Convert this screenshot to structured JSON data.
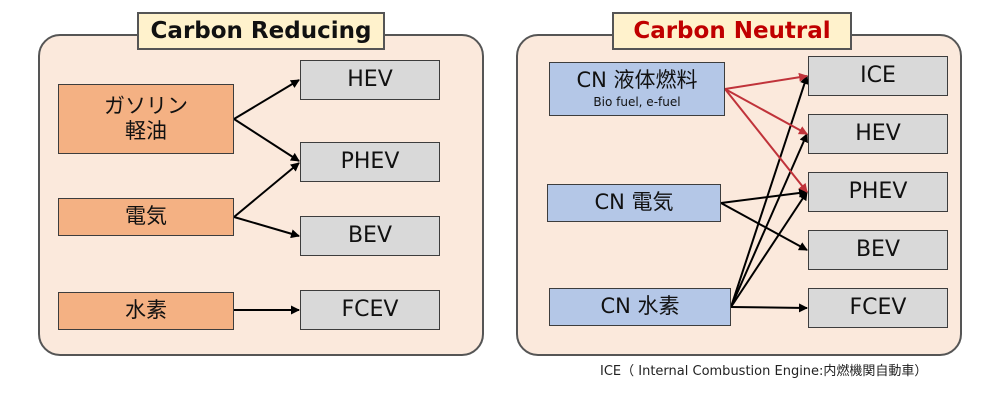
{
  "panels": {
    "left_title": "Carbon Reducing",
    "right_title": "Carbon Neutral"
  },
  "colors": {
    "panel_bg": "#fbe9dc",
    "title_bg": "#fff2cc",
    "left_title_text": "#111111",
    "right_title_text": "#c00000",
    "source_box": "#f4b183",
    "target_box": "#d9d9d9",
    "cn_box": "#b4c7e7",
    "arrow_black": "#000000",
    "arrow_red": "#c0333a"
  },
  "left": {
    "sources": {
      "gasoline_line1": "ガソリン",
      "gasoline_line2": "軽油",
      "electricity": "電気",
      "hydrogen": "水素"
    },
    "targets": {
      "hev": "HEV",
      "phev": "PHEV",
      "bev": "BEV",
      "fcev": "FCEV"
    }
  },
  "right": {
    "sources": {
      "liquid_fuel": "CN 液体燃料",
      "liquid_fuel_sub": "Bio fuel, e-fuel",
      "electricity": "CN 電気",
      "hydrogen": "CN 水素"
    },
    "targets": {
      "ice": "ICE",
      "hev": "HEV",
      "phev": "PHEV",
      "bev": "BEV",
      "fcev": "FCEV"
    }
  },
  "footnote": "ICE（ Internal Combustion Engine:内燃機関自動車）"
}
